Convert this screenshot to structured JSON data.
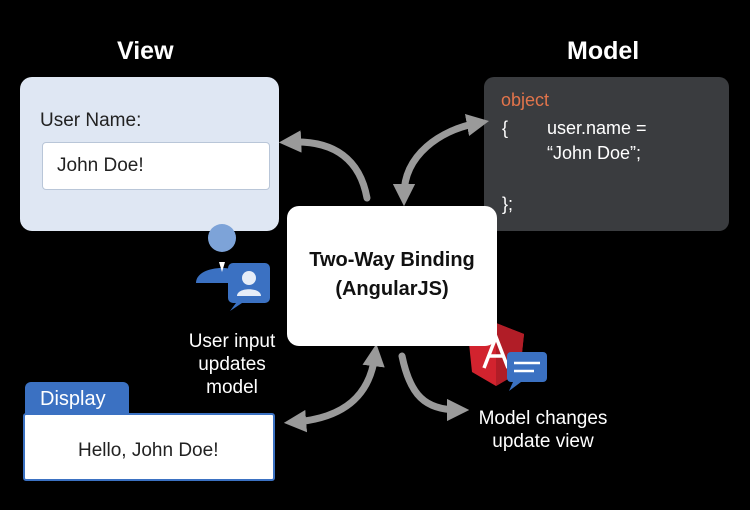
{
  "view": {
    "heading": "View",
    "label": "User Name:",
    "input_value": "John Doe!"
  },
  "model": {
    "heading": "Model",
    "keyword": "object",
    "line1_brace": "{",
    "line1_code": "user.name =",
    "line2_code": "“John Doe”;",
    "close": "};"
  },
  "binding": {
    "line1": "Two-Way Binding",
    "line2": "(AngularJS)"
  },
  "captions": {
    "user_input": [
      "User input",
      "updates",
      "model"
    ],
    "model_changes": [
      "Model changes",
      "update view"
    ]
  },
  "display": {
    "tab": "Display",
    "text": "Hello, John Doe!"
  },
  "colors": {
    "accent_blue": "#3b71c2",
    "angular_red": "#d2232e",
    "arrow_gray": "#9a9a9a",
    "keyword_orange": "#e2744b"
  }
}
